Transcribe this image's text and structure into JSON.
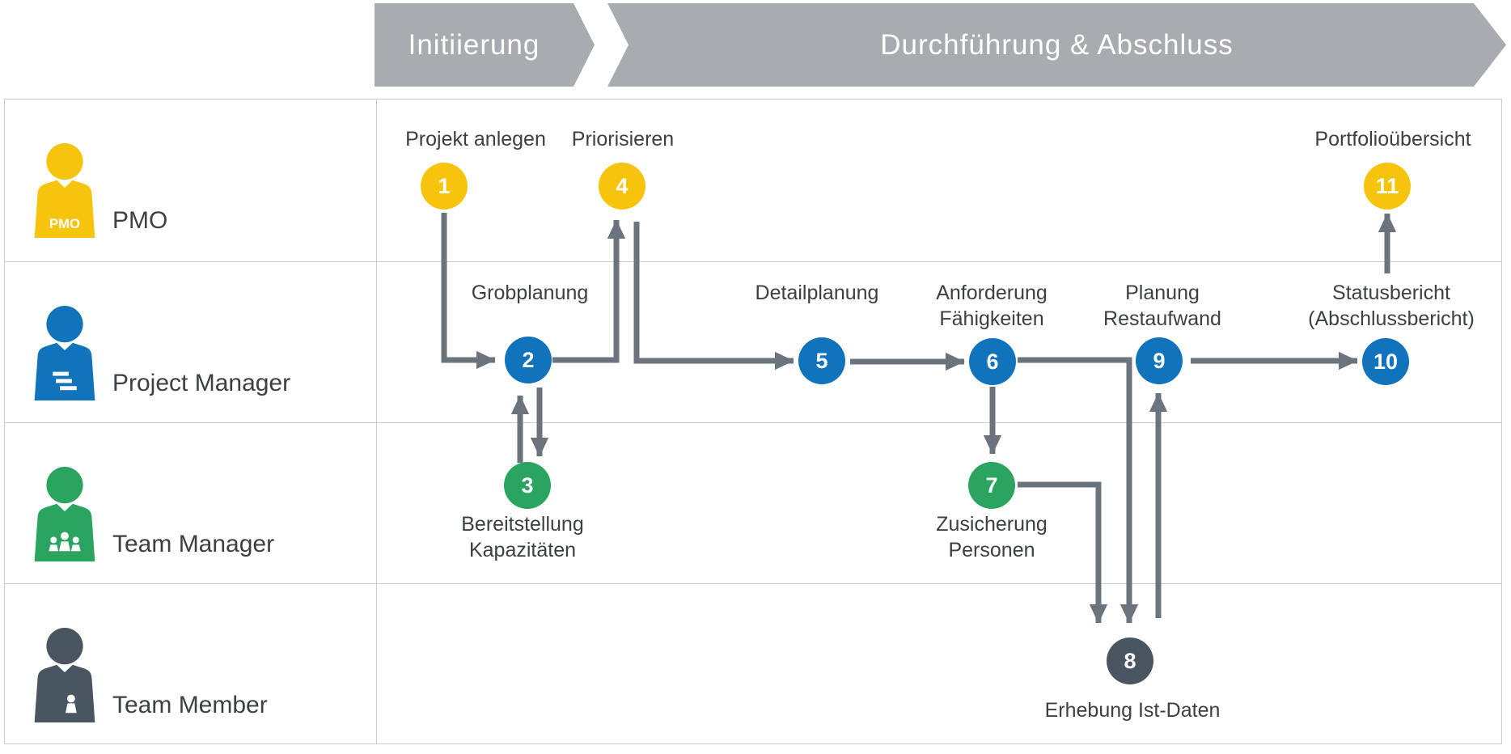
{
  "phases": {
    "phase1": "Initiierung",
    "phase2": "Durchführung & Abschluss"
  },
  "lanes": {
    "pmo": {
      "label": "PMO",
      "badge": "PMO",
      "color": "#f7c40d"
    },
    "project_manager": {
      "label": "Project Manager",
      "color": "#1073bc"
    },
    "team_manager": {
      "label": "Team Manager",
      "color": "#2aa45f"
    },
    "team_member": {
      "label": "Team Member",
      "color": "#495560"
    }
  },
  "steps": {
    "s1": {
      "number": "1",
      "label": "Projekt anlegen"
    },
    "s2": {
      "number": "2",
      "label": "Grobplanung"
    },
    "s3": {
      "number": "3",
      "label": "Bereitstellung\nKapazitäten"
    },
    "s4": {
      "number": "4",
      "label": "Priorisieren"
    },
    "s5": {
      "number": "5",
      "label": "Detailplanung"
    },
    "s6": {
      "number": "6",
      "label": "Anforderung\nFähigkeiten"
    },
    "s7": {
      "number": "7",
      "label": "Zusicherung\nPersonen"
    },
    "s8": {
      "number": "8",
      "label": "Erhebung Ist-Daten"
    },
    "s9": {
      "number": "9",
      "label": "Planung\nRestaufwand"
    },
    "s10": {
      "number": "10",
      "label": "Statusbericht\n(Abschlussbericht)"
    },
    "s11": {
      "number": "11",
      "label": "Portfolioübersicht"
    }
  },
  "colors": {
    "banner_gray": "#a8abaf",
    "arrow_gray": "#6b747d",
    "grid_border": "#c9cbcd",
    "text": "#3c4043",
    "pmo_yellow": "#f7c40d",
    "pm_blue": "#1073bc",
    "tm_green": "#2aa45f",
    "member_dark": "#495560"
  }
}
